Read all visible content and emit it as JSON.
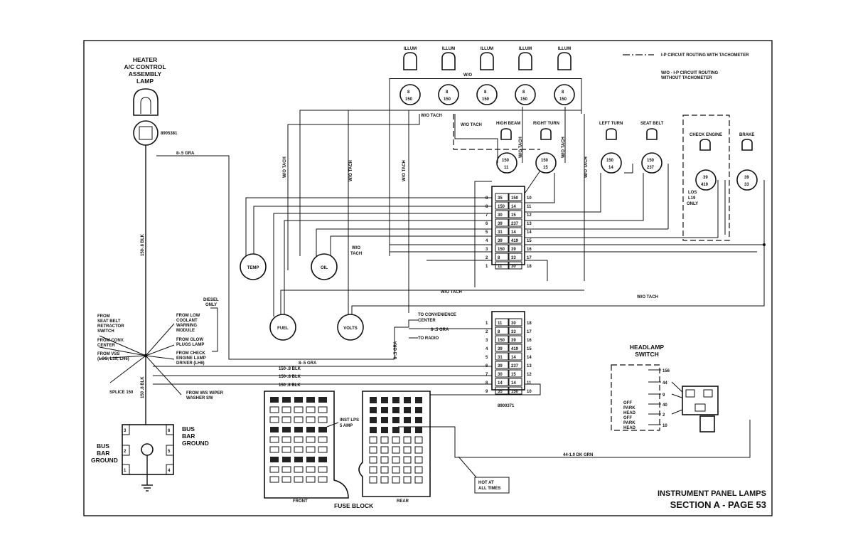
{
  "title": "INSTRUMENT PANEL LAMPS",
  "section": "SECTION A - PAGE 53",
  "legend": {
    "tach": "I-P CIRCUIT ROUTING WITH TACHOMETER",
    "notach_line1": "W/O - I-P CIRCUIT ROUTING",
    "notach_line2": "WITHOUT TACHOMETER"
  },
  "heater": {
    "line1": "HEATER",
    "line2": "A/C CONTROL",
    "line3": "ASSEMBLY",
    "line4": "LAMP",
    "part": "8905381"
  },
  "lamps": {
    "illum": "ILLUM",
    "wo": "W/O",
    "wo_tach": "W/O TACH",
    "high_beam": "HIGH BEAM",
    "right_turn": "RIGHT TURN",
    "left_turn": "LEFT TURN",
    "seat_belt": "SEAT BELT",
    "check_engine": "CHECK ENGINE",
    "brake": "BRAKE",
    "los_l19_only": [
      "LOS",
      "L19",
      "ONLY"
    ]
  },
  "gauges": {
    "temp": "TEMP",
    "oil": "OIL",
    "fuel": "FUEL",
    "volts": "VOLTS"
  },
  "wires": {
    "gra": "8-.5 GRA",
    "blk": "150-.8 BLK",
    "blk2": "150 .8 BLK",
    "grn": "44-1.0 DK GRN",
    "wo_tach": "W/O TACH",
    "wo_tach2": [
      "W/O",
      "TACH"
    ]
  },
  "ground": {
    "from_seatbelt": [
      "FROM",
      "SEAT BELT",
      "RETRACTOR",
      "SWITCH"
    ],
    "from_conv": [
      "FROM CONV.",
      "CENTER"
    ],
    "from_vss": [
      "FROM VSS",
      "(LOS, L19, LH6)"
    ],
    "splice": "SPLICE 150",
    "from_low": [
      "FROM LOW",
      "COOLANT",
      "WARNING",
      "MODULE"
    ],
    "diesel": [
      "DIESEL",
      "ONLY"
    ],
    "from_glow": [
      "FROM GLOW",
      "PLUGS LAMP"
    ],
    "from_check": [
      "FROM CHECK",
      "ENGINE LAMP",
      "DRIVER (LH6)"
    ],
    "from_ws": [
      "FROM W/S WIPER",
      "WASHER SW"
    ],
    "bus_bar": [
      "BUS",
      "BAR",
      "GROUND"
    ],
    "bus_bar_left": [
      "BUS",
      "BAR",
      "GROUND"
    ]
  },
  "connectors": {
    "pins_left": [
      "8",
      "8",
      "7",
      "6",
      "5",
      "4",
      "3",
      "2",
      "1"
    ],
    "pins_right": [
      "10",
      "11",
      "12",
      "13",
      "14",
      "15",
      "16",
      "17",
      "18"
    ],
    "cells_a": [
      "35",
      "150",
      "30",
      "39",
      "31",
      "39",
      "150",
      "8",
      "11"
    ],
    "cells_b": [
      "150",
      "14",
      "15",
      "237",
      "14",
      "419",
      "39",
      "33",
      "30"
    ],
    "low_pins_left": [
      "1",
      "2",
      "3",
      "4",
      "5",
      "6",
      "7",
      "8",
      "9"
    ],
    "low_pins_right": [
      "18",
      "17",
      "16",
      "15",
      "14",
      "13",
      "12",
      "11",
      "10"
    ],
    "low_cells_a": [
      "11",
      "8",
      "150",
      "39",
      "31",
      "39",
      "30",
      "14",
      "35"
    ],
    "low_cells_b": [
      "30",
      "33",
      "39",
      "419",
      "14",
      "237",
      "15",
      "14",
      "150"
    ],
    "part": "8900371",
    "to_convenience": [
      "TO CONVENIENCE",
      "CENTER"
    ],
    "to_radio": "TO RADIO"
  },
  "fuse_block": {
    "label": "FUSE BLOCK",
    "front": "FRONT",
    "rear": "REAR",
    "inst_lps": [
      "INST LPS",
      "5 AMP"
    ],
    "hot": [
      "HOT AT",
      "ALL TIMES"
    ]
  },
  "headlamp": {
    "title": [
      "HEADLAMP",
      "SWITCH"
    ],
    "pins": [
      "156",
      "44",
      "9",
      "40",
      "2",
      "10"
    ],
    "positions": [
      "OFF",
      "PARK",
      "HEAD",
      "OFF",
      "PARK",
      "HEAD"
    ]
  }
}
